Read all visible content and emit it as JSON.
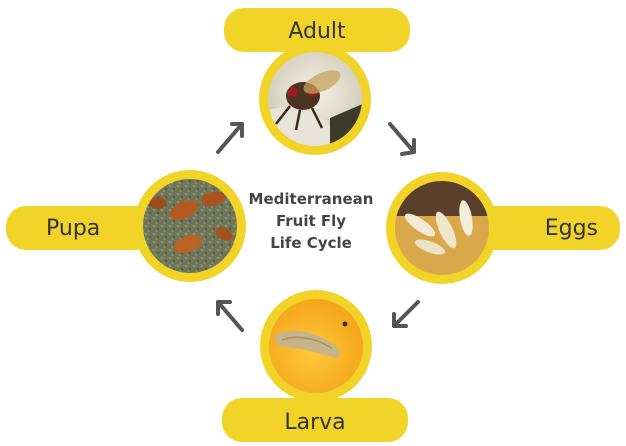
{
  "title": [
    "Mediterranean",
    "Fruit Fly",
    "Life Cycle"
  ],
  "stages": {
    "adult": "Adult",
    "eggs": "Eggs",
    "larva": "Larva",
    "pupa": "Pupa"
  },
  "colors": {
    "accent": "#f2d327",
    "arrow": "#555555",
    "text": "#333333"
  }
}
